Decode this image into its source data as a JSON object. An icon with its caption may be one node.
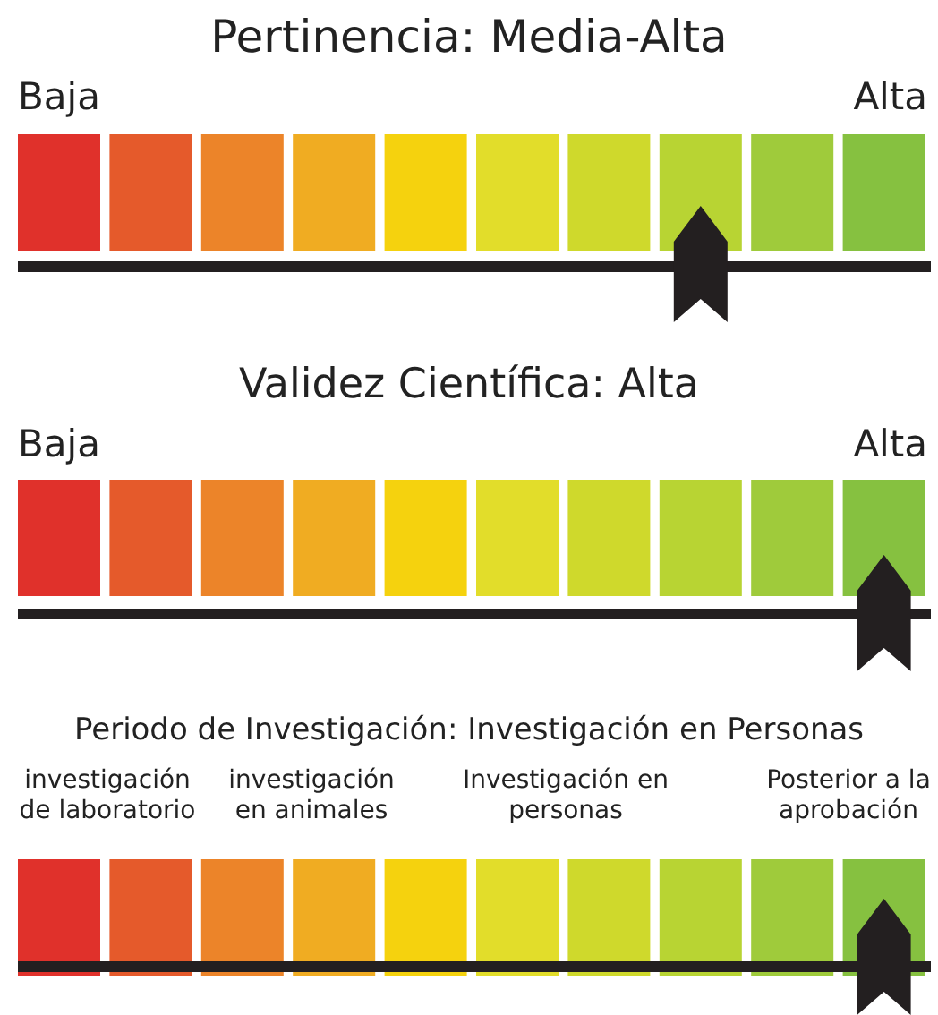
{
  "diagram": {
    "labels": [
      "Pertinencia: Media-Alta",
      "Baja",
      "Alta",
      "Validez Científica: Alta",
      "Baja",
      "Alta",
      "Periodo de Investigación: Investigación en Personas",
      "investigación de laboratorio",
      "investigación en animales",
      "Investigación en personas",
      "Posterior a la aprobación"
    ]
  }
}
